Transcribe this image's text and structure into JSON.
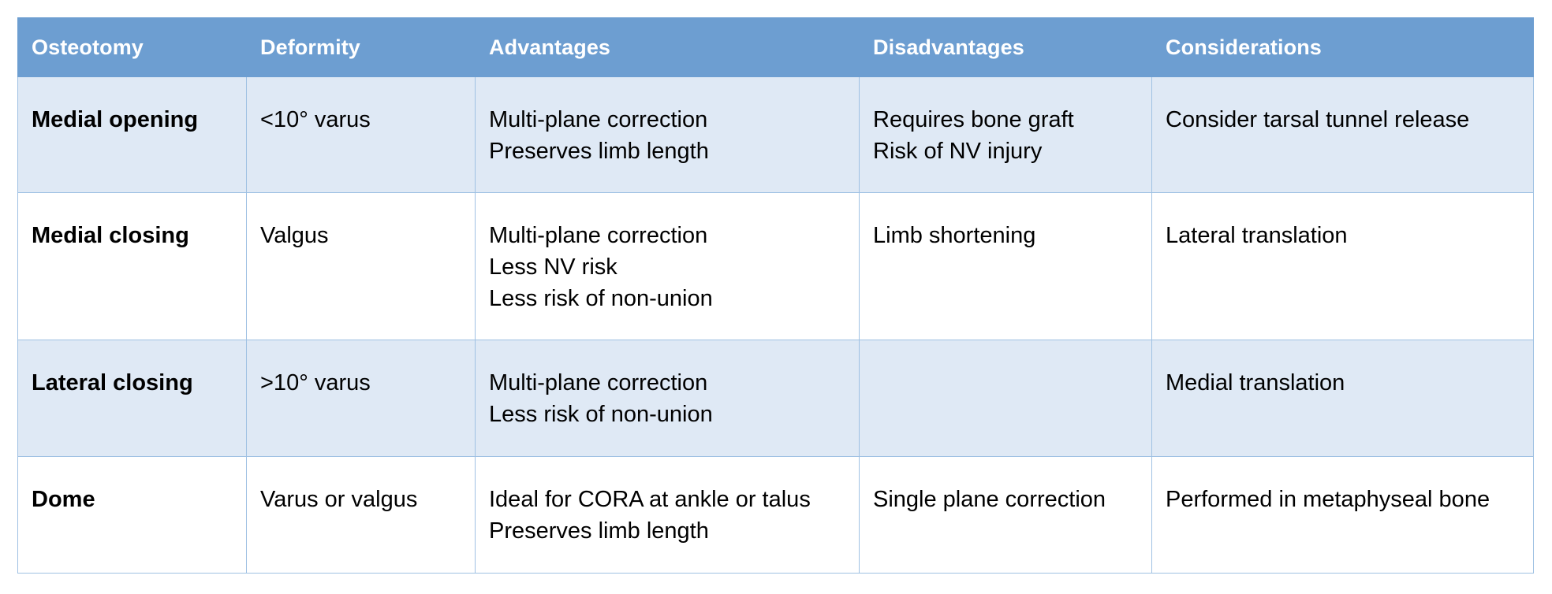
{
  "headers": [
    "Osteotomy",
    "Deformity",
    "Advantages",
    "Disadvantages",
    "Considerations"
  ],
  "rows": [
    {
      "osteotomy": "Medial opening",
      "deformity": "<10° varus",
      "advantages": [
        "Multi-plane correction",
        "Preserves limb length"
      ],
      "disadvantages": [
        "Requires bone graft",
        "Risk of NV injury"
      ],
      "considerations": [
        "Consider tarsal tunnel release"
      ]
    },
    {
      "osteotomy": "Medial closing",
      "deformity": "Valgus",
      "advantages": [
        "Multi-plane correction",
        "Less NV risk",
        "Less risk of non-union"
      ],
      "disadvantages": [
        "Limb shortening"
      ],
      "considerations": [
        "Lateral translation"
      ]
    },
    {
      "osteotomy": "Lateral closing",
      "deformity": ">10° varus",
      "advantages": [
        "Multi-plane correction",
        "Less risk of non-union"
      ],
      "disadvantages": [],
      "considerations": [
        "Medial translation"
      ]
    },
    {
      "osteotomy": "Dome",
      "deformity": "Varus or valgus",
      "advantages": [
        "Ideal for CORA at ankle or talus",
        "Preserves limb length"
      ],
      "disadvantages": [
        "Single plane correction"
      ],
      "considerations": [
        "Performed in metaphyseal bone"
      ]
    }
  ],
  "colors": {
    "header_bg": "#6d9ed1",
    "header_text": "#ffffff",
    "shaded_row_bg": "#dfe9f5",
    "plain_row_bg": "#ffffff",
    "border": "#9fc1e3"
  }
}
